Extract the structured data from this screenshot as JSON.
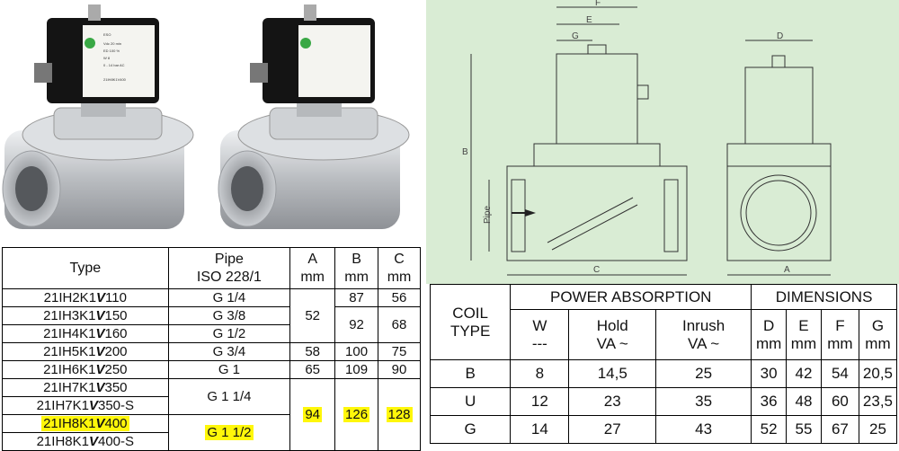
{
  "product_photos": {
    "coil_label_lines": [
      "ESO",
      "Vdc 20 min",
      "ED 100 %",
      "W 8",
      "0 - 14 bar AC",
      "21IH8K1V400"
    ]
  },
  "drawing": {
    "dimension_letters": [
      "F",
      "E",
      "G",
      "D",
      "B",
      "Pipe",
      "C",
      "A"
    ]
  },
  "type_table": {
    "headers": {
      "type": "Type",
      "pipe_line1": "Pipe",
      "pipe_line2": "ISO 228/1",
      "a_line1": "A",
      "a_line2": "mm",
      "b_line1": "B",
      "b_line2": "mm",
      "c_line1": "C",
      "c_line2": "mm"
    },
    "types": [
      {
        "pre": "21IH2K1",
        "v": "V",
        "post": "110"
      },
      {
        "pre": "21IH3K1",
        "v": "V",
        "post": "150"
      },
      {
        "pre": "21IH4K1",
        "v": "V",
        "post": "160"
      },
      {
        "pre": "21IH5K1",
        "v": "V",
        "post": "200"
      },
      {
        "pre": "21IH6K1",
        "v": "V",
        "post": "250"
      },
      {
        "pre": "21IH7K1",
        "v": "V",
        "post": "350"
      },
      {
        "pre": "21IH7K1",
        "v": "V",
        "post": "350-S"
      },
      {
        "pre": "21IH8K1",
        "v": "V",
        "post": "400"
      },
      {
        "pre": "21IH8K1",
        "v": "V",
        "post": "400-S"
      }
    ],
    "pipes": [
      "G 1/4",
      "G 3/8",
      "G 1/2",
      "G 3/4",
      "G 1",
      "G 1 1/4",
      "G 1 1/2"
    ],
    "a": [
      "52",
      "58",
      "65",
      "94"
    ],
    "b": [
      "87",
      "92",
      "100",
      "109",
      "126"
    ],
    "c": [
      "56",
      "68",
      "75",
      "90",
      "128"
    ],
    "highlight_color": "#fff70a"
  },
  "coil_table": {
    "headers": {
      "coil_line1": "COIL",
      "coil_line2": "TYPE",
      "power": "POWER ABSORPTION",
      "dimensions": "DIMENSIONS",
      "w": "W",
      "w_sub": "---",
      "hold_line1": "Hold",
      "hold_line2": "VA ~",
      "inrush_line1": "Inrush",
      "inrush_line2": "VA ~",
      "d": "D",
      "e": "E",
      "f": "F",
      "g": "G",
      "mm": "mm"
    },
    "rows": [
      {
        "coil": "B",
        "w": "8",
        "hold": "14,5",
        "inrush": "25",
        "d": "30",
        "e": "42",
        "f": "54",
        "g": "20,5"
      },
      {
        "coil": "U",
        "w": "12",
        "hold": "23",
        "inrush": "35",
        "d": "36",
        "e": "48",
        "f": "60",
        "g": "23,5"
      },
      {
        "coil": "G",
        "w": "14",
        "hold": "27",
        "inrush": "43",
        "d": "52",
        "e": "55",
        "f": "67",
        "g": "25"
      }
    ]
  }
}
